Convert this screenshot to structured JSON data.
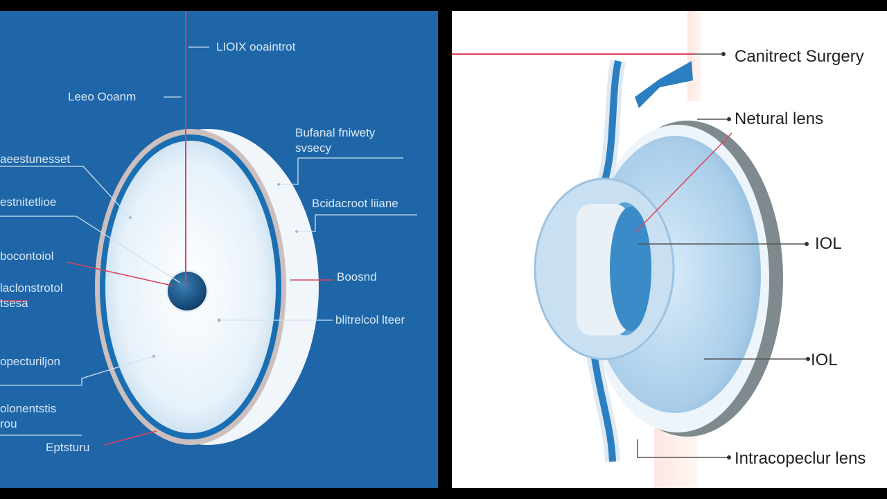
{
  "left": {
    "colors": {
      "background": "#1e66a8",
      "lens_fill": "#eaf3fb",
      "ring_blue": "#1a6fb3",
      "rim": "#c9bdbd",
      "center": "#0d4a7a",
      "pointer_red": "#e0405a"
    },
    "labels": {
      "top": "LIOIX ooaintrot",
      "lens_top": "Leeo Ooanm",
      "right_1_line1": "Bufanal fniwety",
      "right_1_line2": "svsecy",
      "left_1": "aeestunesset",
      "left_2": "estnitetlioe",
      "right_2": "Bcidacroot liiane",
      "left_3": "bocontoiol",
      "left_4_line1": "laclonstrotol",
      "left_4_line2": "tsesa",
      "right_3": "Boosnd",
      "right_4": "blitrelcol lteer",
      "left_5": "opecturiljon",
      "left_6_line1": "olonentstis",
      "left_6_line2": "rou",
      "bottom": "Eptsturu"
    }
  },
  "right": {
    "colors": {
      "background": "#ffffff",
      "lens_blue": "#2b7fc0",
      "lens_light": "#cfe4f4",
      "capsule_gray": "#7f8a8f",
      "pointer_red": "#e0405a"
    },
    "labels": {
      "cataract": "Canitrect Surgery",
      "natural_lens": "Netural lens",
      "iol_1": "IOL",
      "iol_2": "IOL",
      "intraocular": "Intracopeclur lens"
    }
  }
}
